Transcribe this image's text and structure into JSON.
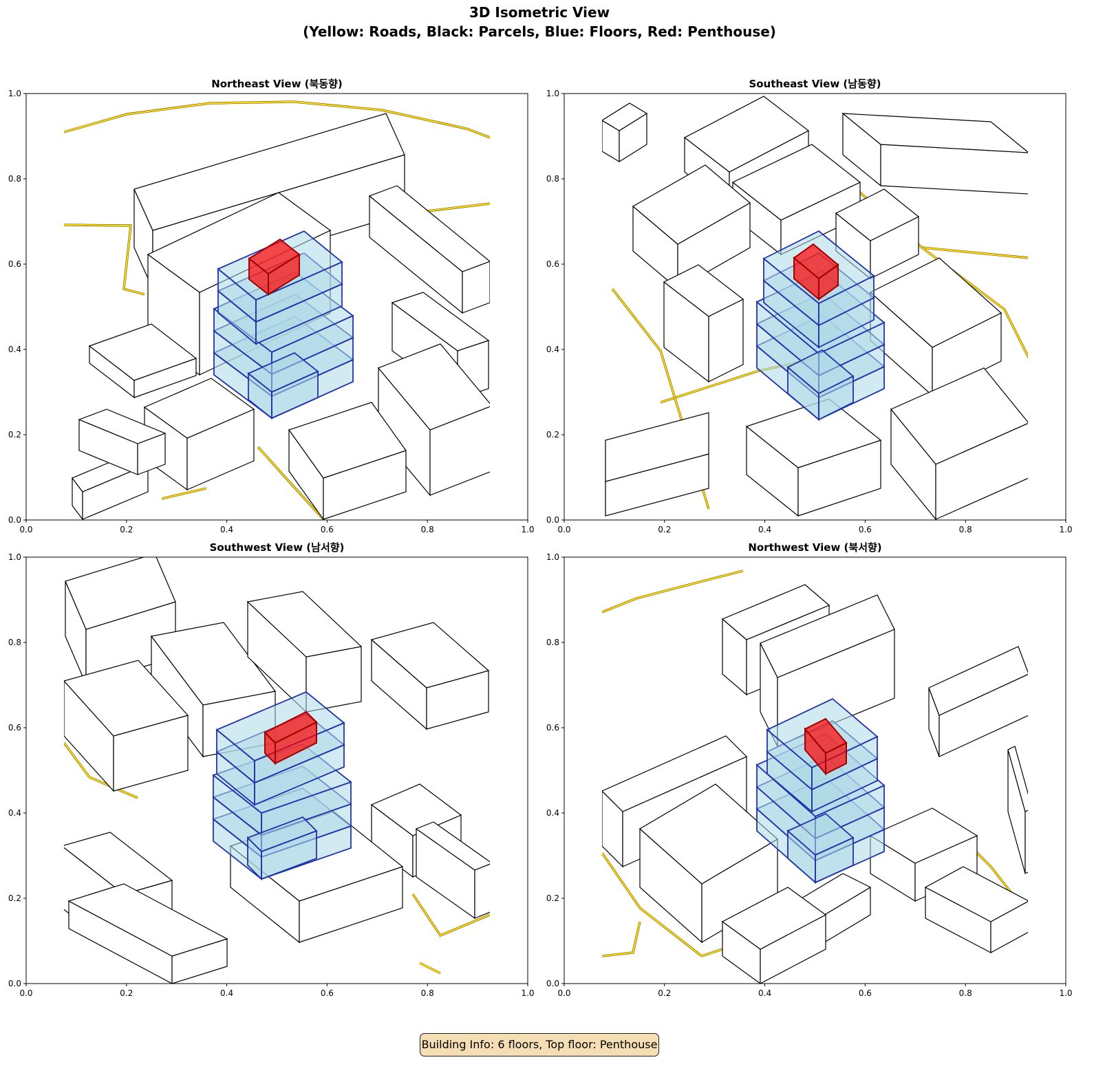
{
  "figure": {
    "title_line1": "3D Isometric View",
    "title_line2": "(Yellow: Roads, Black: Parcels, Blue: Floors, Red: Penthouse)"
  },
  "panels": [
    {
      "title": "Northeast View (북동향)"
    },
    {
      "title": "Southeast View (남동향)"
    },
    {
      "title": "Southwest View (남서향)"
    },
    {
      "title": "Northwest View (북서향)"
    }
  ],
  "axes": {
    "xticks": [
      "0.0",
      "0.2",
      "0.4",
      "0.6",
      "0.8",
      "1.0"
    ],
    "yticks": [
      "0.0",
      "0.2",
      "0.4",
      "0.6",
      "0.8",
      "1.0"
    ]
  },
  "info_box": "Building Info: 6 floors, Top floor: Penthouse",
  "colors": {
    "roads": "#ffd700",
    "parcels": "#000000",
    "floors": "#add8e6",
    "floor_edges": "#2233aa",
    "penthouse": "#ff0000"
  }
}
